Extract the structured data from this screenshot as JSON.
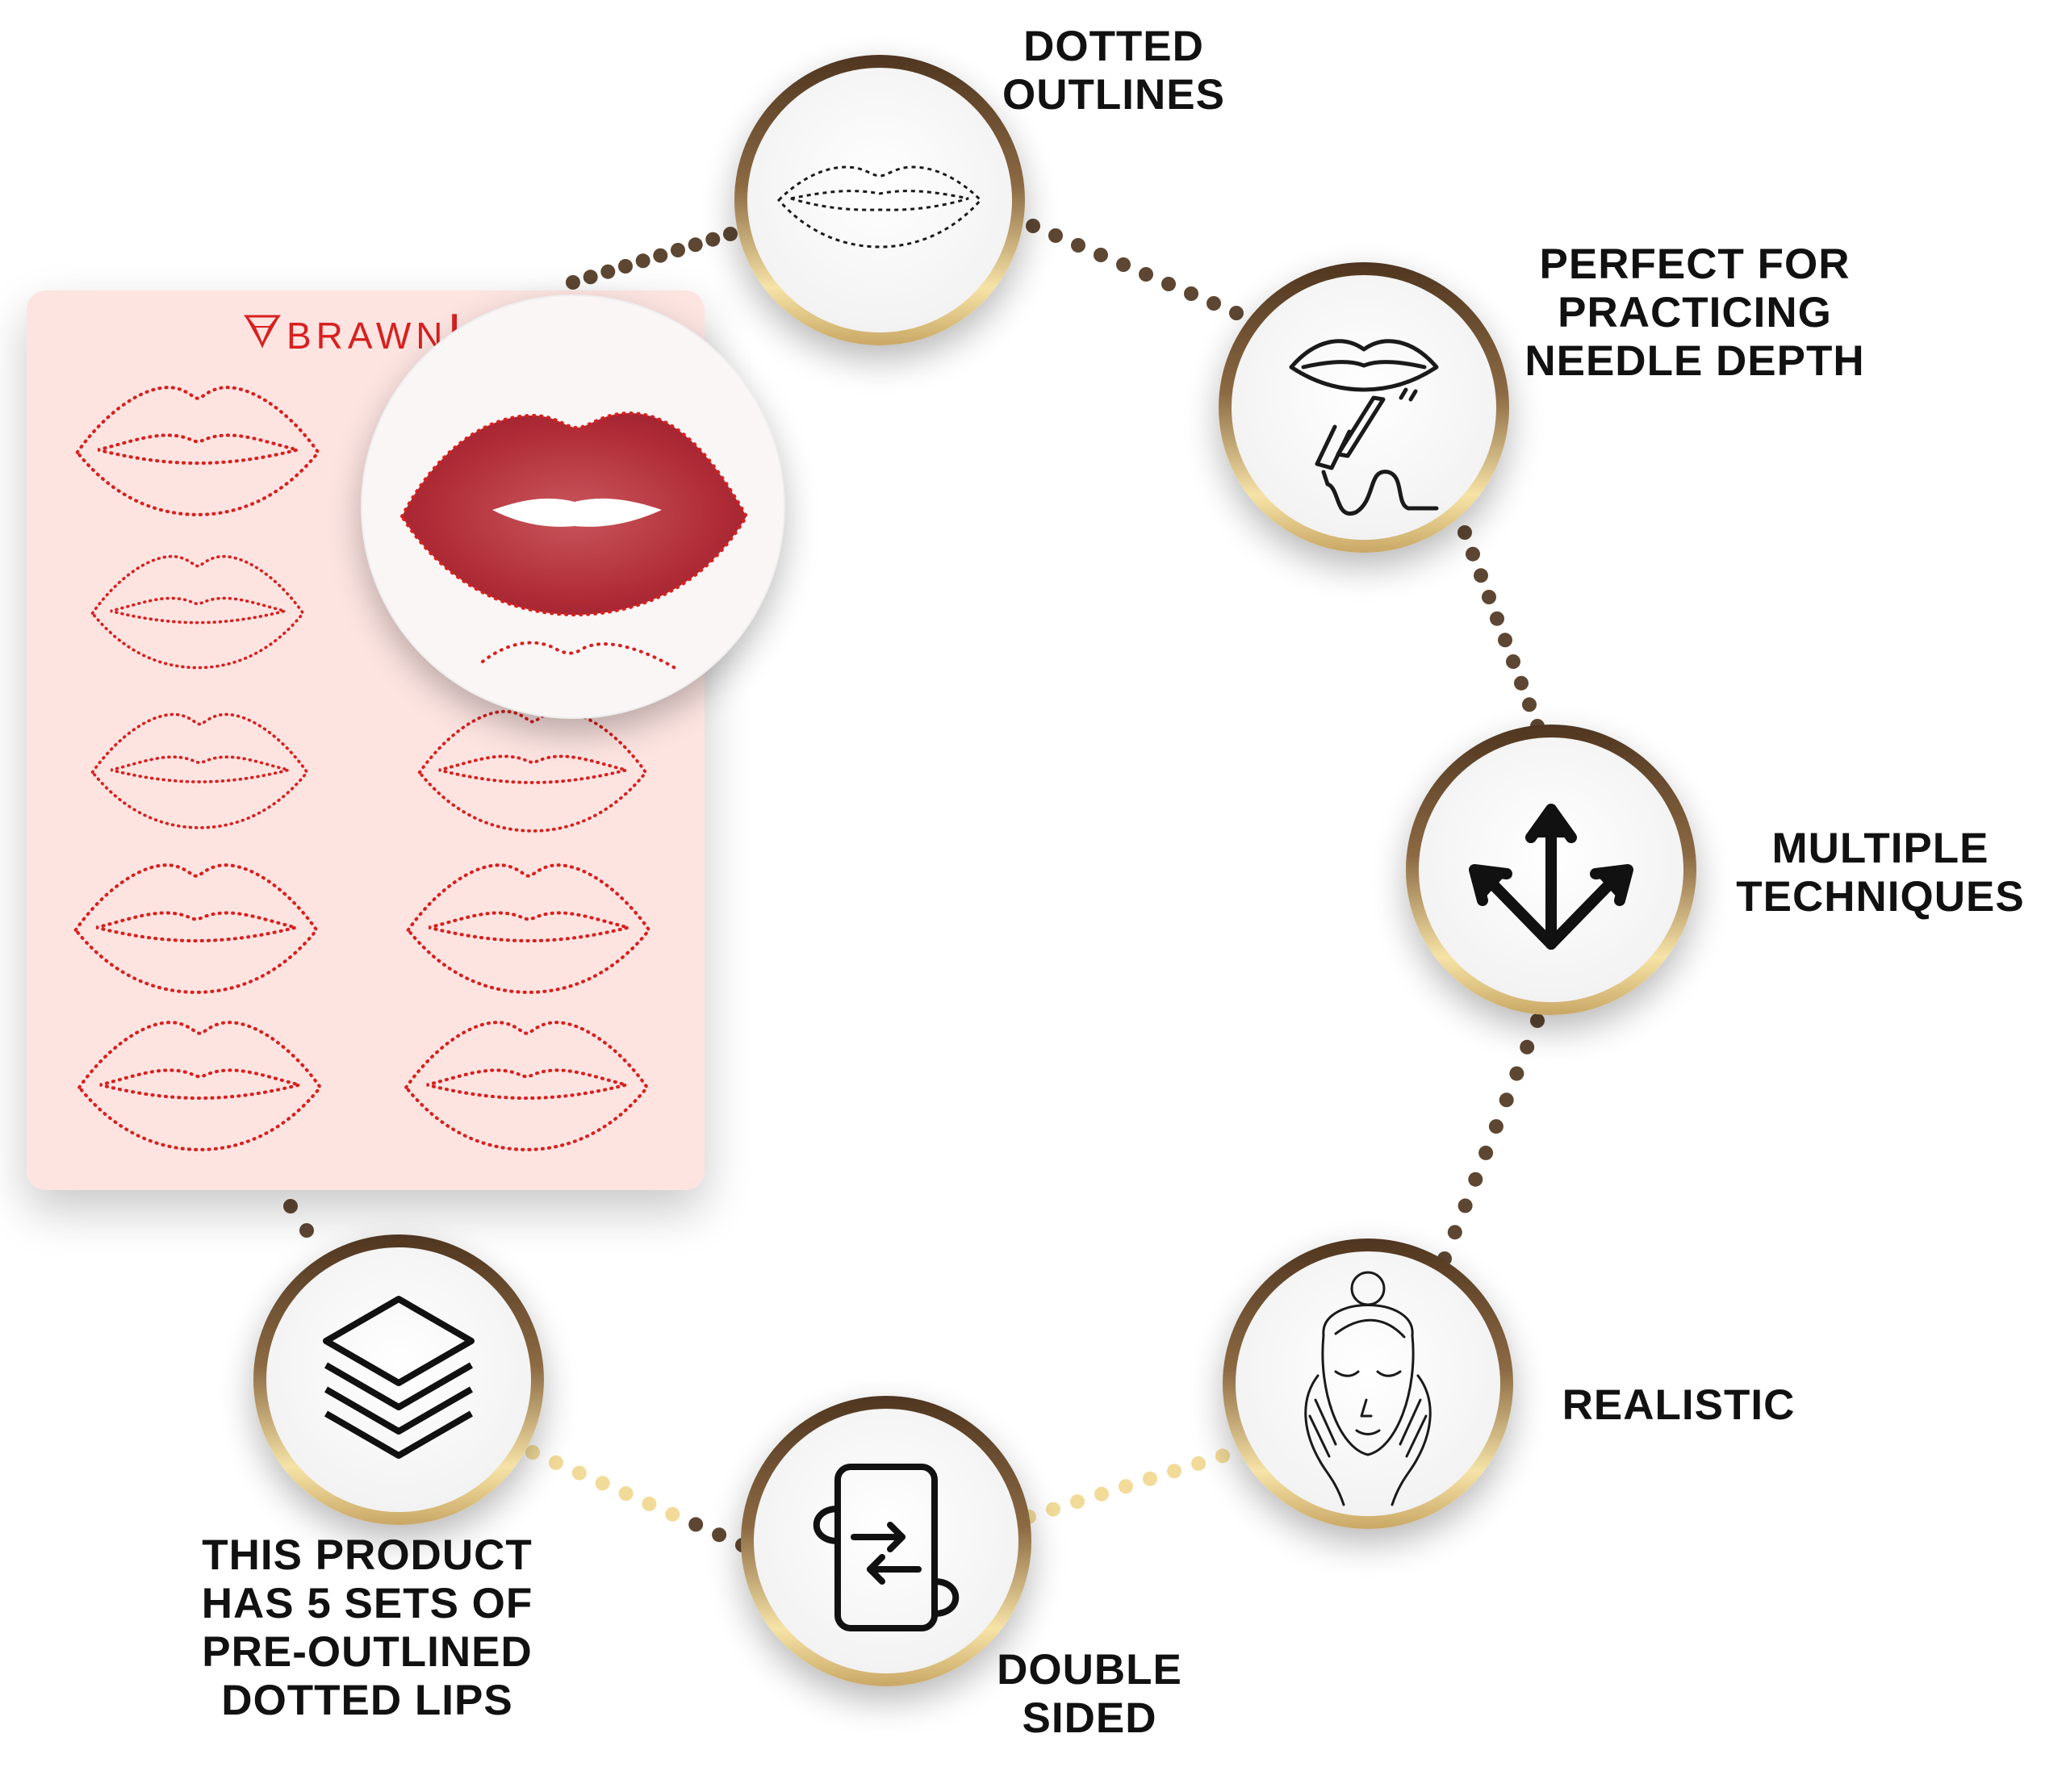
{
  "brand": {
    "logo_text_black": "BRAWN",
    "logo_text_red": "IA"
  },
  "colors": {
    "sheet": "#fde4e1",
    "lip_outline": "#d8201f",
    "lip_fill": "#b7323c",
    "ring_dark": "#5a3e27",
    "ring_light": "#f3dfa3",
    "dots_dark": "#5d4632",
    "dots_light": "#f2da98",
    "icon": "#1a1a1a"
  },
  "features": [
    {
      "id": "dotted-outlines",
      "icon": "dotted-lips-icon",
      "lines": [
        "DOTTED",
        "OUTLINES"
      ]
    },
    {
      "id": "needle-depth",
      "icon": "lips-needle-icon",
      "lines": [
        "PERFECT FOR",
        "PRACTICING",
        "NEEDLE DEPTH"
      ]
    },
    {
      "id": "multiple-techniques",
      "icon": "three-arrows-icon",
      "lines": [
        "MULTIPLE",
        "TECHNIQUES"
      ]
    },
    {
      "id": "realistic",
      "icon": "face-icon",
      "lines": [
        "REALISTIC"
      ]
    },
    {
      "id": "double-sided",
      "icon": "flip-phone-icon",
      "lines": [
        "DOUBLE",
        "SIDED"
      ]
    },
    {
      "id": "five-sets",
      "icon": "layers-icon",
      "lines": [
        "THIS PRODUCT",
        "HAS 5 SETS OF",
        "PRE-OUTLINED",
        "DOTTED LIPS"
      ]
    }
  ]
}
